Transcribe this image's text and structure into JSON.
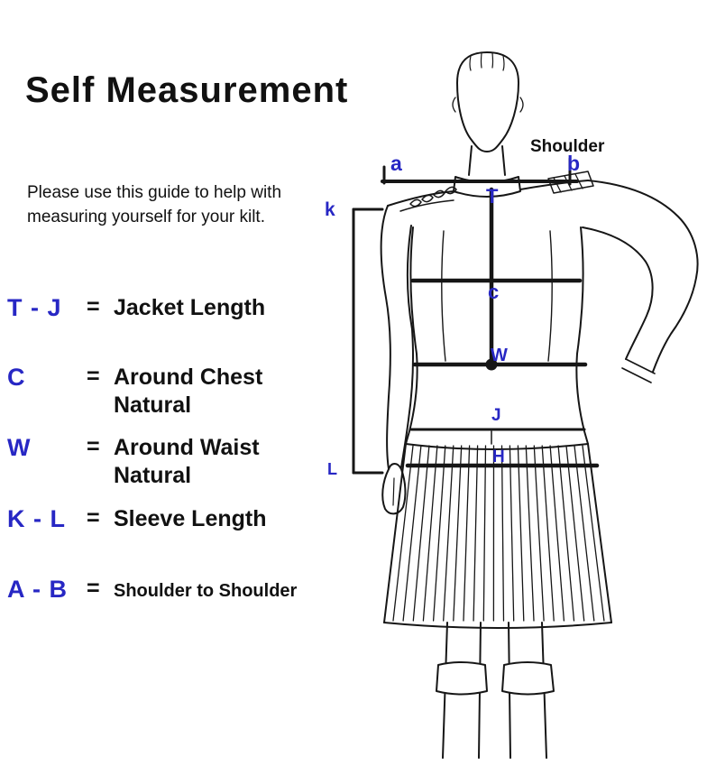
{
  "title": "Self Measurement",
  "intro": "Please use this guide to help with measuring yourself for your kilt.",
  "legend": {
    "items": [
      {
        "letters": "T - J",
        "eq": "=",
        "label": "Jacket Length"
      },
      {
        "letters": "C",
        "eq": "=",
        "label": "Around Chest\nNatural"
      },
      {
        "letters": "W",
        "eq": "=",
        "label": "Around Waist\nNatural"
      },
      {
        "letters": "K - L",
        "eq": "=",
        "label": "Sleeve Length"
      },
      {
        "letters": "A - B",
        "eq": "=",
        "label": "Shoulder to Shoulder"
      }
    ]
  },
  "figure_labels": {
    "shoulder": "Shoulder",
    "a": "a",
    "b": "b",
    "t": "T",
    "k": "k",
    "c": "c",
    "w": "W",
    "j": "J",
    "h": "H",
    "l": "L"
  },
  "colors": {
    "label_blue": "#2727c4",
    "ink": "#161616",
    "background": "#ffffff"
  }
}
